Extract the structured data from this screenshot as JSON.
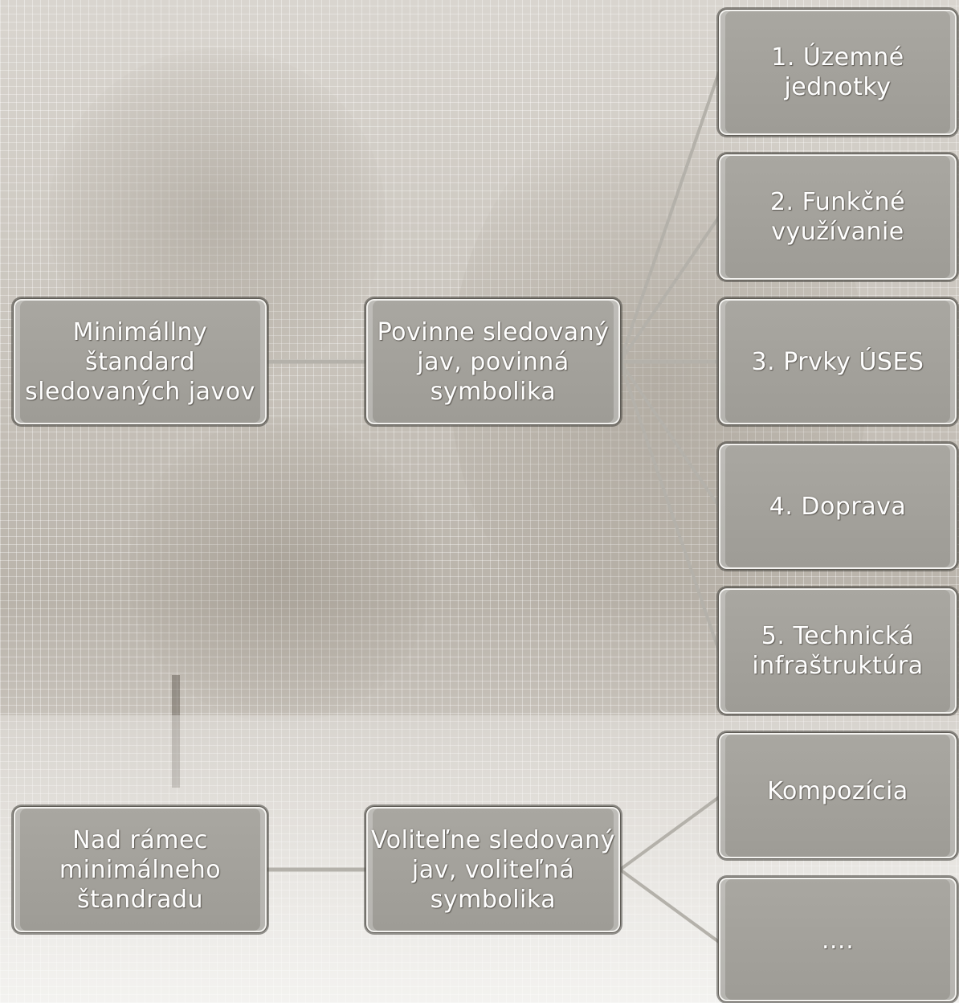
{
  "rows": [
    {
      "root": "Minimállny\nštandard\nsledovaných javov",
      "middle": "Povinne sledovaný\njav, povinná\nsymbolika",
      "leaves": [
        "1. Územné\njednotky",
        "2. Funkčné\nvyužívanie",
        "3. Prvky ÚSES",
        "4. Doprava",
        "5. Technická\ninfraštruktúra"
      ]
    },
    {
      "root": "Nad  rámec\nminimálneho\nštandradu",
      "middle": "Voliteľne sledovaný\njav, voliteľná\nsymbolika",
      "leaves": [
        "Kompozícia",
        "…."
      ]
    }
  ],
  "colors": {
    "node_fill": "#a7a59f",
    "node_border": "#f3f2ef",
    "connector": "#b4b1aa",
    "text": "#ffffff"
  }
}
